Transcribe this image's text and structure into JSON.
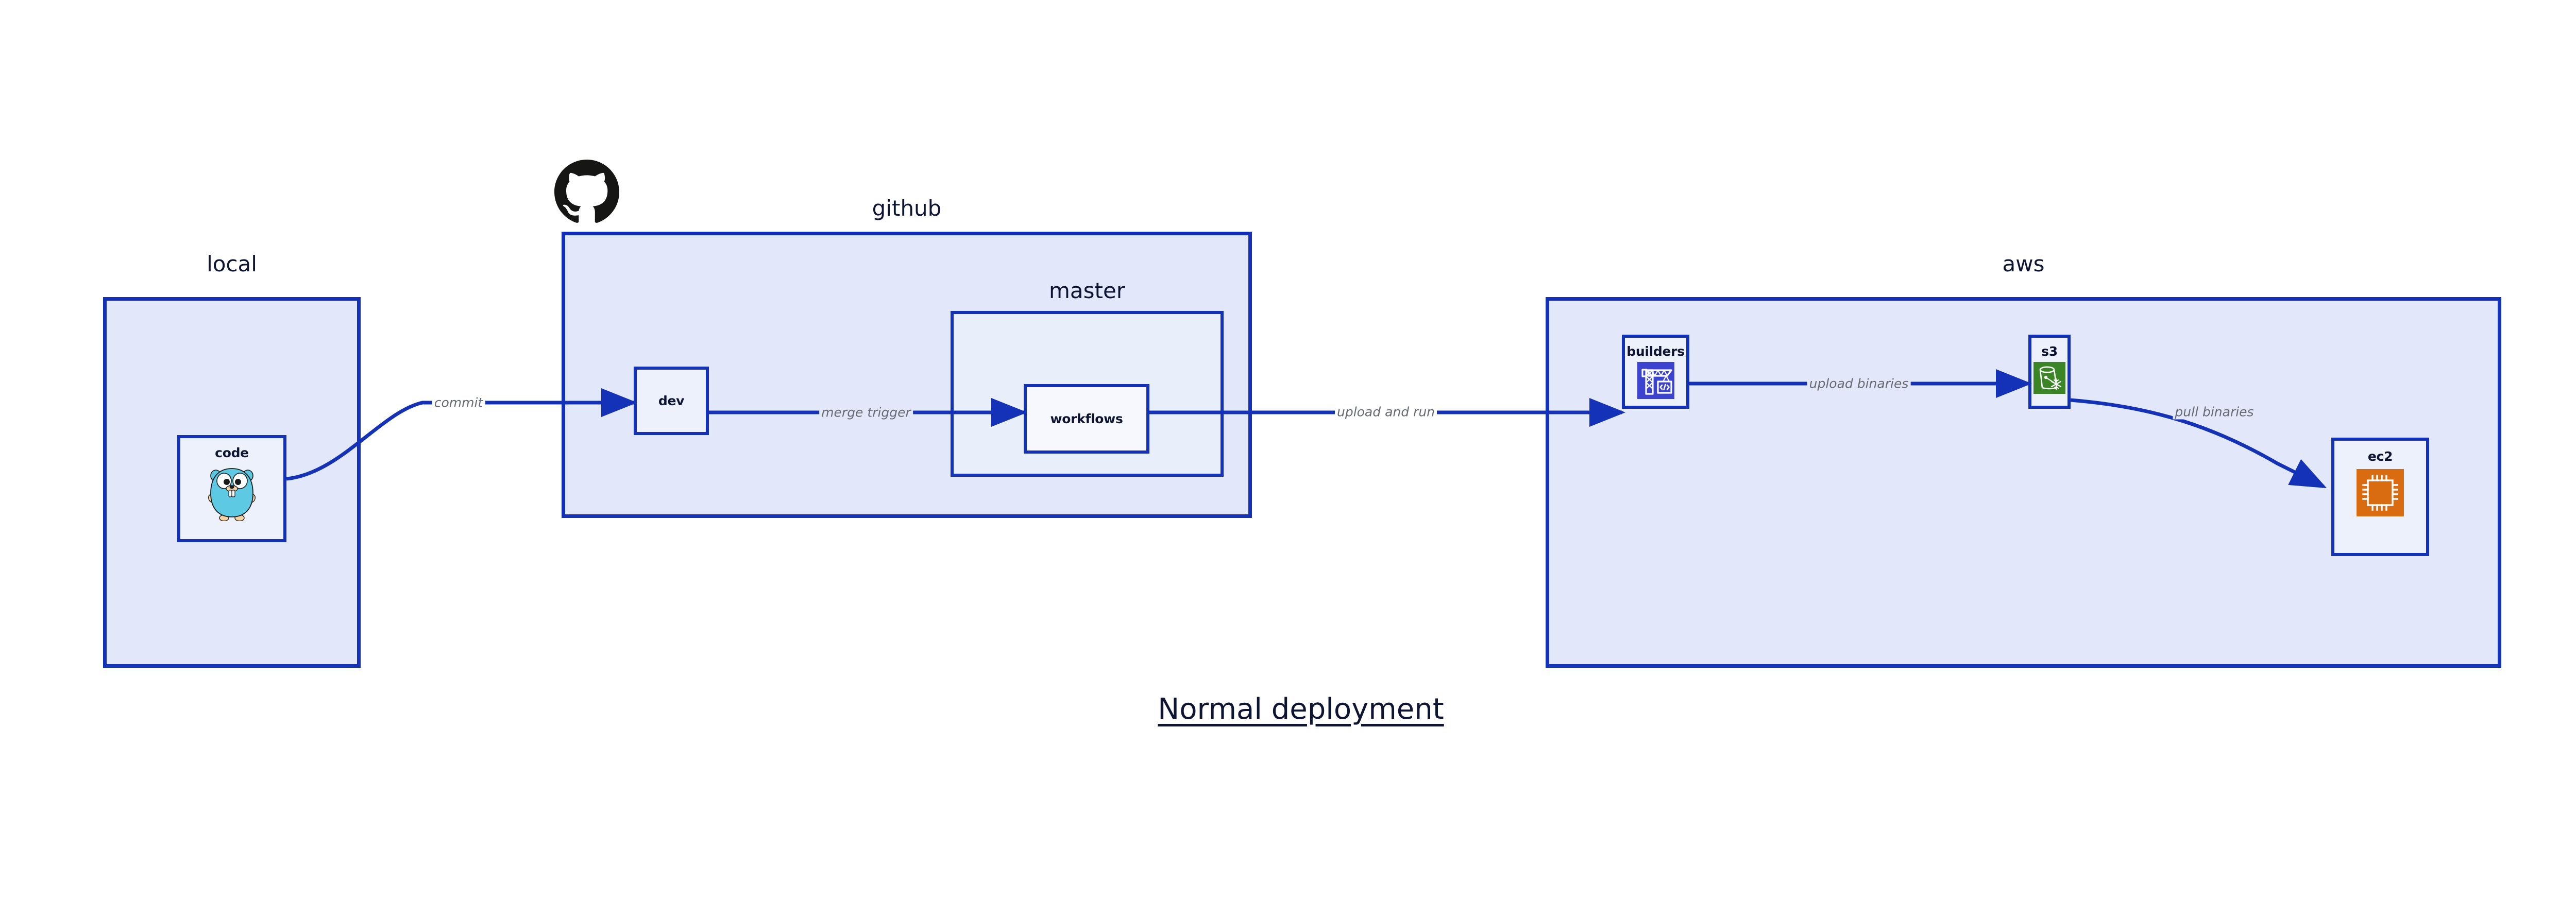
{
  "diagram": {
    "title": "Normal deployment",
    "background_color": "#ffffff",
    "accent_color": "#1332B8",
    "group_fill": "#E2E8FA",
    "node_fill": "#EDF1FC",
    "label_color": "#0E1433",
    "edge_label_color": "#666A73"
  },
  "groups": [
    {
      "id": "local",
      "label": "local"
    },
    {
      "id": "github",
      "label": "github"
    },
    {
      "id": "master",
      "label": "master"
    },
    {
      "id": "aws",
      "label": "aws"
    }
  ],
  "nodes": [
    {
      "id": "code",
      "label": "code",
      "icon": "go-gopher-icon",
      "group": "local"
    },
    {
      "id": "dev",
      "label": "dev",
      "icon": null,
      "group": "github"
    },
    {
      "id": "workflows",
      "label": "workflows",
      "icon": null,
      "group": "master"
    },
    {
      "id": "builders",
      "label": "builders",
      "icon": "aws-codebuild-icon",
      "group": "aws"
    },
    {
      "id": "s3",
      "label": "s3",
      "icon": "aws-s3-glacier-icon",
      "group": "aws"
    },
    {
      "id": "ec2",
      "label": "ec2",
      "icon": "aws-ec2-icon",
      "group": "aws"
    }
  ],
  "edges": [
    {
      "id": "commit",
      "label": "commit",
      "from": "code",
      "to": "dev"
    },
    {
      "id": "merge-trigger",
      "label": "merge trigger",
      "from": "dev",
      "to": "workflows"
    },
    {
      "id": "upload-and-run",
      "label": "upload and run",
      "from": "workflows",
      "to": "builders"
    },
    {
      "id": "upload-binaries",
      "label": "upload binaries",
      "from": "builders",
      "to": "s3"
    },
    {
      "id": "pull-binaries",
      "label": "pull binaries",
      "from": "s3",
      "to": "ec2"
    }
  ],
  "logos": [
    {
      "id": "github-logo",
      "name": "github-octocat-logo",
      "color": "#161614"
    }
  ],
  "icon_colors": {
    "go_gopher_body": "#5DC9E2",
    "go_gopher_outline": "#1B1B1B",
    "go_gopher_limb": "#F6D2A2",
    "aws_codebuild_bg": "#3C43CE",
    "aws_s3_glacier_bg": "#3C8527",
    "aws_ec2_bg": "#D96B11",
    "icon_glyph": "#FFFFFF"
  }
}
